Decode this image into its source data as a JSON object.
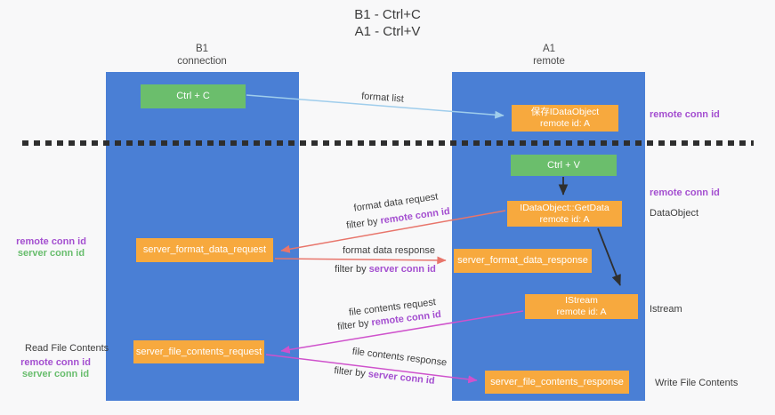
{
  "title": {
    "line1": "B1 - Ctrl+C",
    "line2": "A1 - Ctrl+V"
  },
  "lanes": {
    "left": {
      "name": "B1",
      "role": "connection"
    },
    "right": {
      "name": "A1",
      "role": "remote"
    }
  },
  "nodes": {
    "ctrl_c": {
      "label": "Ctrl + C"
    },
    "save_dataobject": {
      "line1": "保存IDataObject",
      "line2": "remote id: A"
    },
    "ctrl_v": {
      "label": "Ctrl + V"
    },
    "getdata": {
      "line1": "IDataObject::GetData",
      "line2": "remote id: A"
    },
    "server_format_data_request": {
      "label": "server_format_data_request"
    },
    "server_format_data_response": {
      "label": "server_format_data_response"
    },
    "istream": {
      "line1": "IStream",
      "line2": "remote id: A"
    },
    "server_file_contents_request": {
      "label": "server_file_contents_request"
    },
    "server_file_contents_response": {
      "label": "server_file_contents_response"
    }
  },
  "side_labels": {
    "right_remote_conn_id_1": "remote conn id",
    "right_remote_conn_id_2": "remote conn id",
    "dataobject": "DataObject",
    "istream": "Istream",
    "write_file_contents": "Write File Contents",
    "left_remote_conn_id_1": "remote conn id",
    "left_server_conn_id_1": "server conn id",
    "read_file_contents": "Read File Contents",
    "left_remote_conn_id_2": "remote conn id",
    "left_server_conn_id_2": "server conn id"
  },
  "arrow_labels": {
    "format_list": "format list",
    "format_data_request": "format data request",
    "format_data_response": "format data response",
    "file_contents_request": "file contents request",
    "file_contents_response": "file contents response",
    "filter_by": "filter by ",
    "remote_conn_id": "remote conn id",
    "server_conn_id": "server conn id"
  },
  "colors": {
    "lane_blue": "#4A7FD5",
    "node_orange": "#F7A93E",
    "node_green": "#6BBE6C",
    "arrow_blue": "#9FCDEC",
    "arrow_red": "#E8756B",
    "arrow_magenta": "#CF52CC",
    "arrow_black": "#2F2F2F",
    "text_purple": "#A44FD0",
    "text_green": "#68BD6D",
    "text_dark": "#3D3D3D"
  }
}
